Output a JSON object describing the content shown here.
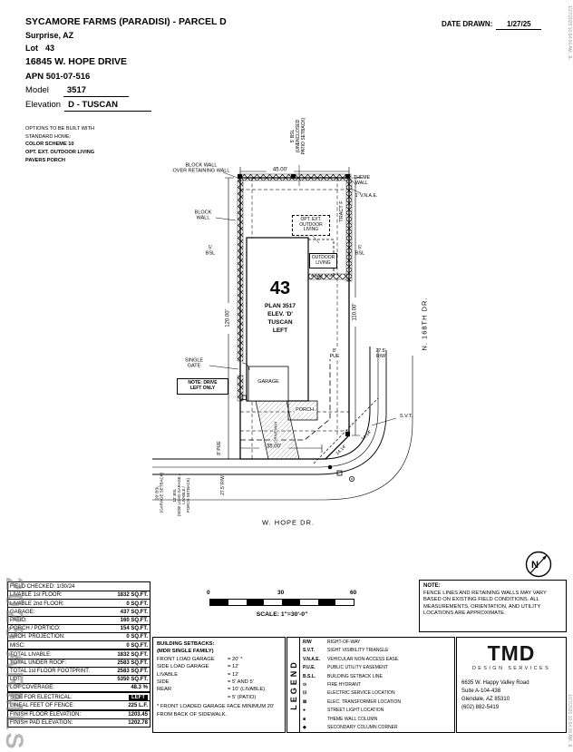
{
  "meta": {
    "watermark": "2025 ARMLS",
    "corner_top": "1/27/2025 10:54:06 AM, JL",
    "corner_bottom": "1/27/2025 10:54:06 AM, JL"
  },
  "header": {
    "title": "SYCAMORE FARMS (PARADISI) - PARCEL D",
    "city": "Surprise, AZ",
    "lot_label": "Lot",
    "lot_value": "43",
    "address": "16845 W. HOPE DRIVE",
    "apn": "APN 501-07-516",
    "model_label": "Model",
    "model_value": "3517",
    "elevation_label": "Elevation",
    "elevation_value": "D - TUSCAN",
    "date_drawn_label": "DATE DRAWN:",
    "date_drawn_value": "1/27/25"
  },
  "options": {
    "intro": "OPTIONS TO BE BUILT WITH\nSTANDARD HOME:",
    "items": [
      "COLOR SCHEME 10",
      "OPT. EXT. OUTDOOR LIVING",
      "PAVERS PORCH"
    ]
  },
  "plan": {
    "identity": {
      "lot_number": "43",
      "plan_name": "PLAN 3517",
      "elevation": "ELEV. 'D'",
      "style": "TUSCAN",
      "orientation": "LEFT"
    },
    "dims": {
      "top": "45.00'",
      "left": "120.00'",
      "right": "110.00'",
      "bottom": "35.00'",
      "chamfer_a": "14.14'",
      "chamfer_b": "14.14'"
    },
    "labels": {
      "block_wall_over": "BLOCK WALL\nOVER RETAINING WALL",
      "block_wall": "BLOCK\nWALL",
      "theme_wall": "THEME\nWALL",
      "vnae": "1' V.N.A.E.",
      "tract_f": "TRACT F",
      "bsl_left": "5'\nBSL",
      "bsl_right": "5'\nBSL",
      "bsl_patio": "5' BSL\n(UNENCLOSED\nPATIO SETBACK)",
      "opt_ext_outdoor": "OPT. EXT.\nOUTDOOR\nLIVING",
      "outdoor_living": "OUTDOOR\nLIVING",
      "single_gate": "SINGLE\nGATE",
      "drive_note": "NOTE: DRIVE\nLEFT ONLY",
      "garage": "GARAGE",
      "porch": "PORCH",
      "driveway": "DRIVEWAY",
      "svt": "S.V.T.",
      "pue_right": "8'\nPUE",
      "rw_right": "27.5'\nR/W",
      "pue_bottom": "8' PUE",
      "rw_bottom": "27.5' R/W",
      "bsl20": "20' BSL\n(GARAGE SETBACK)",
      "bsl12": "12' BSL\n(SIDE LOAD GARAGE /\nLIVABLE /\nPORCH SETBACK)",
      "n168th": "N. 168TH DR.",
      "hope_dr": "W. HOPE DR."
    },
    "north_letter": "N"
  },
  "area_table": {
    "header": "FIELD CHECKED: 1/30/24",
    "rows": [
      {
        "label": "LIVABLE 1st FLOOR:",
        "value": "1832 SQ.FT."
      },
      {
        "label": "LIVABLE 2nd FLOOR:",
        "value": "0 SQ.FT."
      },
      {
        "label": "GARAGE:",
        "value": "437 SQ.FT."
      },
      {
        "label": "PATIO:",
        "value": "160 SQ.FT."
      },
      {
        "label": "PORCH / PORTICO:",
        "value": "154 SQ.FT."
      },
      {
        "label": "ARCH. PROJECTION:",
        "value": "0 SQ.FT."
      },
      {
        "label": "MISC:",
        "value": "0 SQ.FT."
      }
    ],
    "totals": [
      {
        "label": "TOTAL LIVABLE:",
        "value": "1832 SQ.FT."
      },
      {
        "label": "TOTAL UNDER ROOF:",
        "value": "2583 SQ.FT."
      },
      {
        "label": "TOTAL 1st FLOOR FOOTPRINT:",
        "value": "2583 SQ.FT."
      },
      {
        "label": "LOT:",
        "value": "5350 SQ.FT."
      },
      {
        "label": "LOT COVERAGE:",
        "value": "48.3 %"
      }
    ],
    "electrical": [
      {
        "label": "SIDE FOR ELECTRICAL:",
        "value": "LEFT"
      },
      {
        "label": "LINEAL FEET OF FENCE:",
        "value": "225 L.F."
      }
    ],
    "elevations": [
      {
        "label": "FINISH FLOOR ELEVATION:",
        "value": "1203.45"
      },
      {
        "label": "FINISH PAD ELEVATION:",
        "value": "1202.78"
      }
    ]
  },
  "scale_bar": {
    "t0": "0",
    "t30": "30",
    "t60": "60",
    "caption": "SCALE: 1\"=30'-0\""
  },
  "setbacks": {
    "title1": "BUILDING SETBACKS:",
    "title2": "(MDR SINGLE FAMILY)",
    "rows": [
      {
        "label": "FRONT LOAD GARAGE",
        "value": "= 20' *"
      },
      {
        "label": "SIDE LOAD GARAGE",
        "value": "= 12'"
      },
      {
        "label": "LIVABLE",
        "value": "= 12'"
      },
      {
        "label": "SIDE",
        "value": "= 5' AND 5'"
      },
      {
        "label": "REAR",
        "value": "= 10' (LIVABLE)"
      },
      {
        "label": "",
        "value": "= 5' (PATIO)"
      }
    ],
    "footnote": "* FRONT LOADED GARAGE FACE MINIMUM 20' FROM BACK OF SIDEWALK."
  },
  "legend": {
    "title": "LEGEND",
    "rows": [
      {
        "symbol": "R/W",
        "label": "RIGHT-OF-WAY"
      },
      {
        "symbol": "S.V.T.",
        "label": "SIGHT VISIBILITY TRIANGLE"
      },
      {
        "symbol": "V.N.A.E.",
        "label": "VEHICULAR NON-ACCESS EASE."
      },
      {
        "symbol": "P.U.E.",
        "label": "PUBLIC UTILITY EASEMENT"
      },
      {
        "symbol": "B.S.L.",
        "label": "BUILDING SETBACK LINE"
      },
      {
        "symbol": "⊙",
        "label": "FIRE HYDRANT"
      },
      {
        "symbol": "⊡",
        "label": "ELECTRIC SERVICE LOCATION"
      },
      {
        "symbol": "⊠",
        "label": "ELEC. TRANSFORMER LOCATION"
      },
      {
        "symbol": "●",
        "label": "STREET LIGHT LOCATION"
      },
      {
        "symbol": "■",
        "label": "THEME WALL COLUMN"
      },
      {
        "symbol": "◆",
        "label": "SECONDARY COLUMN CORNER"
      }
    ]
  },
  "note": {
    "title": "NOTE:",
    "body": "FENCE LINES AND RETAINING WALLS MAY VARY BASED ON EXISTING FIELD CONDITIONS.  ALL MEASUREMENTS, ORIENTATION, AND UTILITY LOCATIONS ARE APPROXIMATE."
  },
  "firm": {
    "logo": "TMD",
    "tagline": "DESIGN SERVICES",
    "address1": "6635 W. Happy Valley Road",
    "address2": "Suite A-104-438",
    "address3": "Glendale, AZ 85310",
    "phone": "(602) 882-5419"
  }
}
